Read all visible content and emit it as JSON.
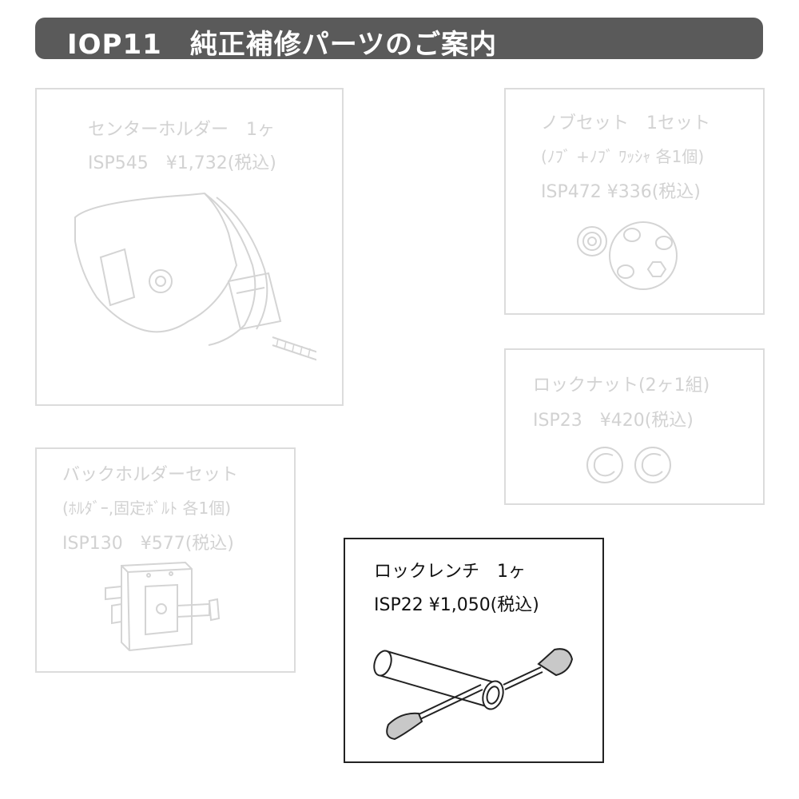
{
  "header": {
    "title": "IOP11　純正補修パーツのご案内"
  },
  "parts": {
    "center_holder": {
      "name": "センターホルダー　1ヶ",
      "price": "ISP545　¥1,732(税込)"
    },
    "knob_set": {
      "name": "ノブセット　1セット",
      "contents": "(ﾉﾌﾞ +ﾉﾌﾞ ﾜｯｼｬ 各1個)",
      "price": "ISP472 ¥336(税込)"
    },
    "lock_nut": {
      "name": "ロックナット(2ヶ1組)",
      "price": "ISP23　¥420(税込)"
    },
    "back_holder_set": {
      "name": "バックホルダーセット",
      "contents": "(ﾎﾙﾀﾞｰ,固定ﾎﾞﾙﾄ 各1個)",
      "price": "ISP130　¥577(税込)"
    },
    "lock_wrench": {
      "name": "ロックレンチ　1ヶ",
      "price": "ISP22 ¥1,050(税込)"
    }
  },
  "colors": {
    "banner": "#5a5a5a",
    "inactive_text": "#d2d2d2",
    "active_border": "#222222",
    "knob_fill": "#c8c8c8"
  }
}
